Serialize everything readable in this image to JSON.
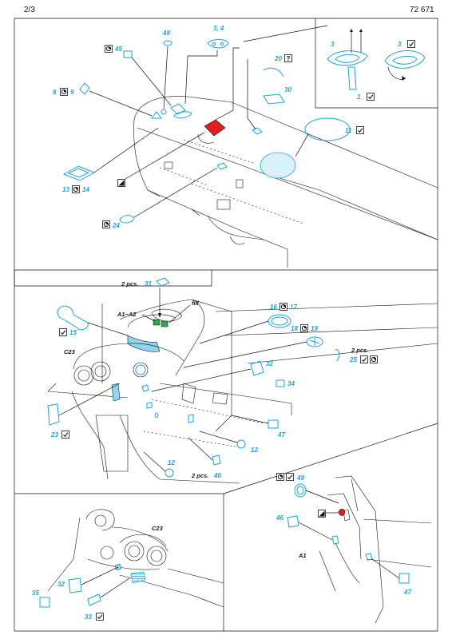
{
  "header": {
    "page": "2/3",
    "code": "72 671"
  },
  "panel1": {
    "labels": {
      "p45": "45",
      "p48": "48",
      "p34": "3, 4",
      "p20": "20",
      "p30": "30",
      "p8": "8",
      "p9": "9",
      "p11": "11",
      "p13": "13",
      "p14": "14",
      "p24": "24",
      "p3a": "3",
      "p3b": "3",
      "p1": "1"
    }
  },
  "panel2": {
    "labels": {
      "p31": "31",
      "qty31": "2 pcs.",
      "a1a2": "A1~A2",
      "fill": "fill",
      "p15": "15",
      "c23": "C23",
      "p16": "16",
      "p17": "17",
      "p18": "18",
      "p19": "19",
      "qty25": "2 pcs.",
      "p25": "25",
      "p32": "32",
      "p34": "34",
      "p23": "23",
      "p47": "47",
      "p12a": "12",
      "p12b": "12",
      "qty46": "2 pcs.",
      "p46": "46"
    }
  },
  "panel3": {
    "labels": {
      "c23": "C23",
      "p32": "32",
      "p35": "35",
      "p33": "33"
    }
  },
  "panel4": {
    "labels": {
      "p49": "49",
      "p46": "46",
      "a1": "A1",
      "p47": "47"
    }
  },
  "colors": {
    "part_blue": "#1aa3d8",
    "part_red": "#e02020",
    "part_green": "#2aa84a",
    "line": "#111111"
  }
}
